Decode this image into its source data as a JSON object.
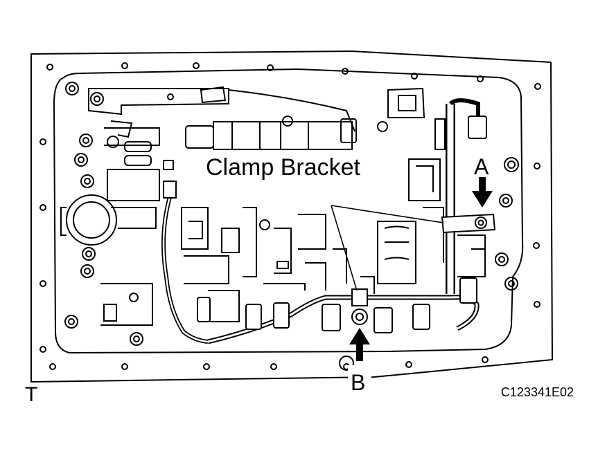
{
  "diagram": {
    "callout_label": "Clamp Bracket",
    "marker_a": "A",
    "marker_b": "B",
    "corner_label": "T",
    "figure_code": "C123341E02",
    "colors": {
      "line": "#000000",
      "background": "#ffffff"
    }
  }
}
